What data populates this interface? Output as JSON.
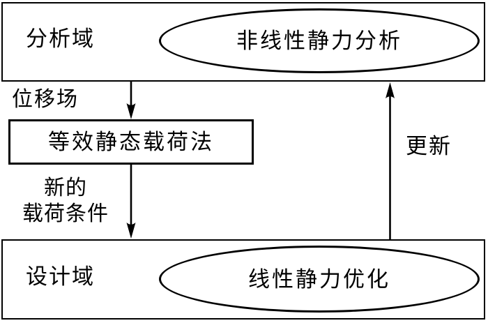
{
  "flowchart": {
    "analysis_domain_label": "分析域",
    "nonlinear_analysis": "非线性静力分析",
    "displacement_field": "位移场",
    "eslm": "等效静态载荷法",
    "new_load_line1": "新的",
    "new_load_line2": "载荷条件",
    "design_domain_label": "设计域",
    "linear_optimization": "线性静力优化",
    "update_label": "更新",
    "colors": {
      "stroke": "#000000",
      "background": "#ffffff",
      "text": "#000000"
    }
  }
}
